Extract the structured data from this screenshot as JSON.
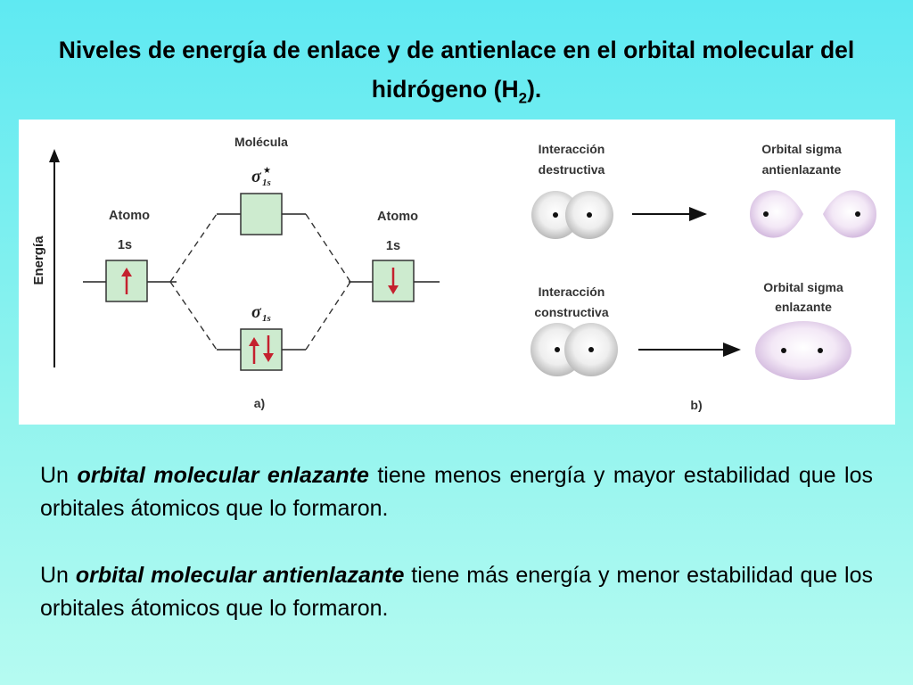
{
  "title": {
    "main": "Niveles de energía de enlace y de antienlace en el orbital molecular del  hidrógeno (H",
    "subscript": "2",
    "suffix": ")."
  },
  "diagram_a": {
    "energy_axis_label": "Energía",
    "molecule_label": "Molécula",
    "left_atom_label": "Atomo",
    "left_orbital_label": "1s",
    "right_atom_label": "Atomo",
    "right_orbital_label": "1s",
    "antibonding_label": "σ",
    "antibonding_subscript": "1s",
    "antibonding_star": "★",
    "bonding_label": "σ",
    "bonding_subscript": "1s",
    "caption": "a)"
  },
  "diagram_b": {
    "destructive_label_line1": "Interacción",
    "destructive_label_line2": "destructiva",
    "antibonding_result_line1": "Orbital sigma",
    "antibonding_result_line2": "antienlazante",
    "constructive_label_line1": "Interacción",
    "constructive_label_line2": "constructiva",
    "bonding_result_line1": "Orbital sigma",
    "bonding_result_line2": "enlazante",
    "caption": "b)"
  },
  "paragraph1": {
    "prefix": "Un ",
    "emphasis": "orbital molecular enlazante",
    "suffix": " tiene menos energía y mayor estabilidad que los orbitales átomicos que lo formaron."
  },
  "paragraph2": {
    "prefix": "Un ",
    "emphasis": "orbital molecular antienlazante",
    "suffix": " tiene más energía  y menor estabilidad que los orbitales átomicos que lo formaron."
  },
  "colors": {
    "box_fill": "#cdebcf",
    "arrow_red": "#c4212e",
    "orbital_fill": "#ead8f0"
  }
}
